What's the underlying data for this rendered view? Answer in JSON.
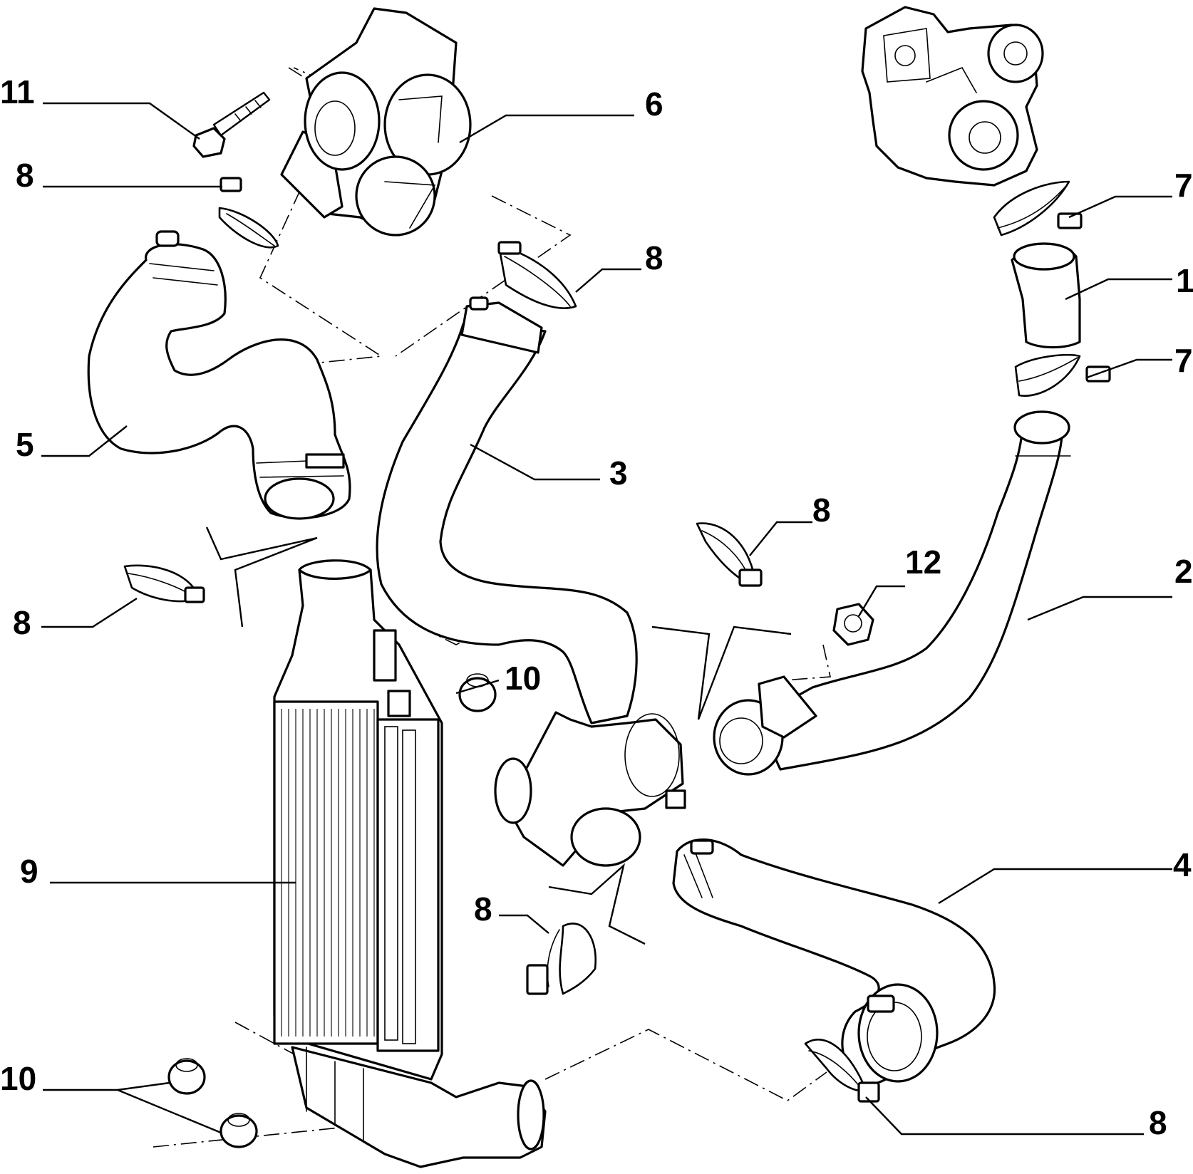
{
  "callouts": {
    "c1": "1",
    "c2": "2",
    "c3": "3",
    "c4": "4",
    "c5": "5",
    "c6": "6",
    "c7a": "7",
    "c7b": "7",
    "c8a": "8",
    "c8b": "8",
    "c8c": "8",
    "c8d": "8",
    "c8e": "8",
    "c8f": "8",
    "c9": "9",
    "c10a": "10",
    "c10b": "10",
    "c11": "11",
    "c12": "12"
  }
}
